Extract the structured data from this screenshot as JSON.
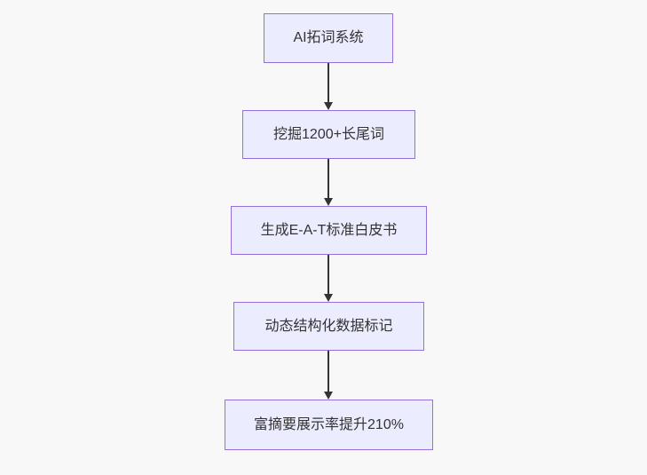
{
  "page": {
    "background_color": "#f8f8f8"
  },
  "flowchart": {
    "type": "flowchart",
    "direction": "top-down",
    "node_fill_color": "#ececff",
    "node_border_color": "#9370db",
    "text_color": "#333333",
    "arrow_color": "#333333",
    "nodes": [
      {
        "label": "AI拓词系统"
      },
      {
        "label": "挖掘1200+长尾词"
      },
      {
        "label": "生成E-A-T标准白皮书"
      },
      {
        "label": "动态结构化数据标记"
      },
      {
        "label": "富摘要展示率提升210%"
      }
    ],
    "edges": [
      {
        "from": 0,
        "to": 1
      },
      {
        "from": 1,
        "to": 2
      },
      {
        "from": 2,
        "to": 3
      },
      {
        "from": 3,
        "to": 4
      }
    ]
  }
}
